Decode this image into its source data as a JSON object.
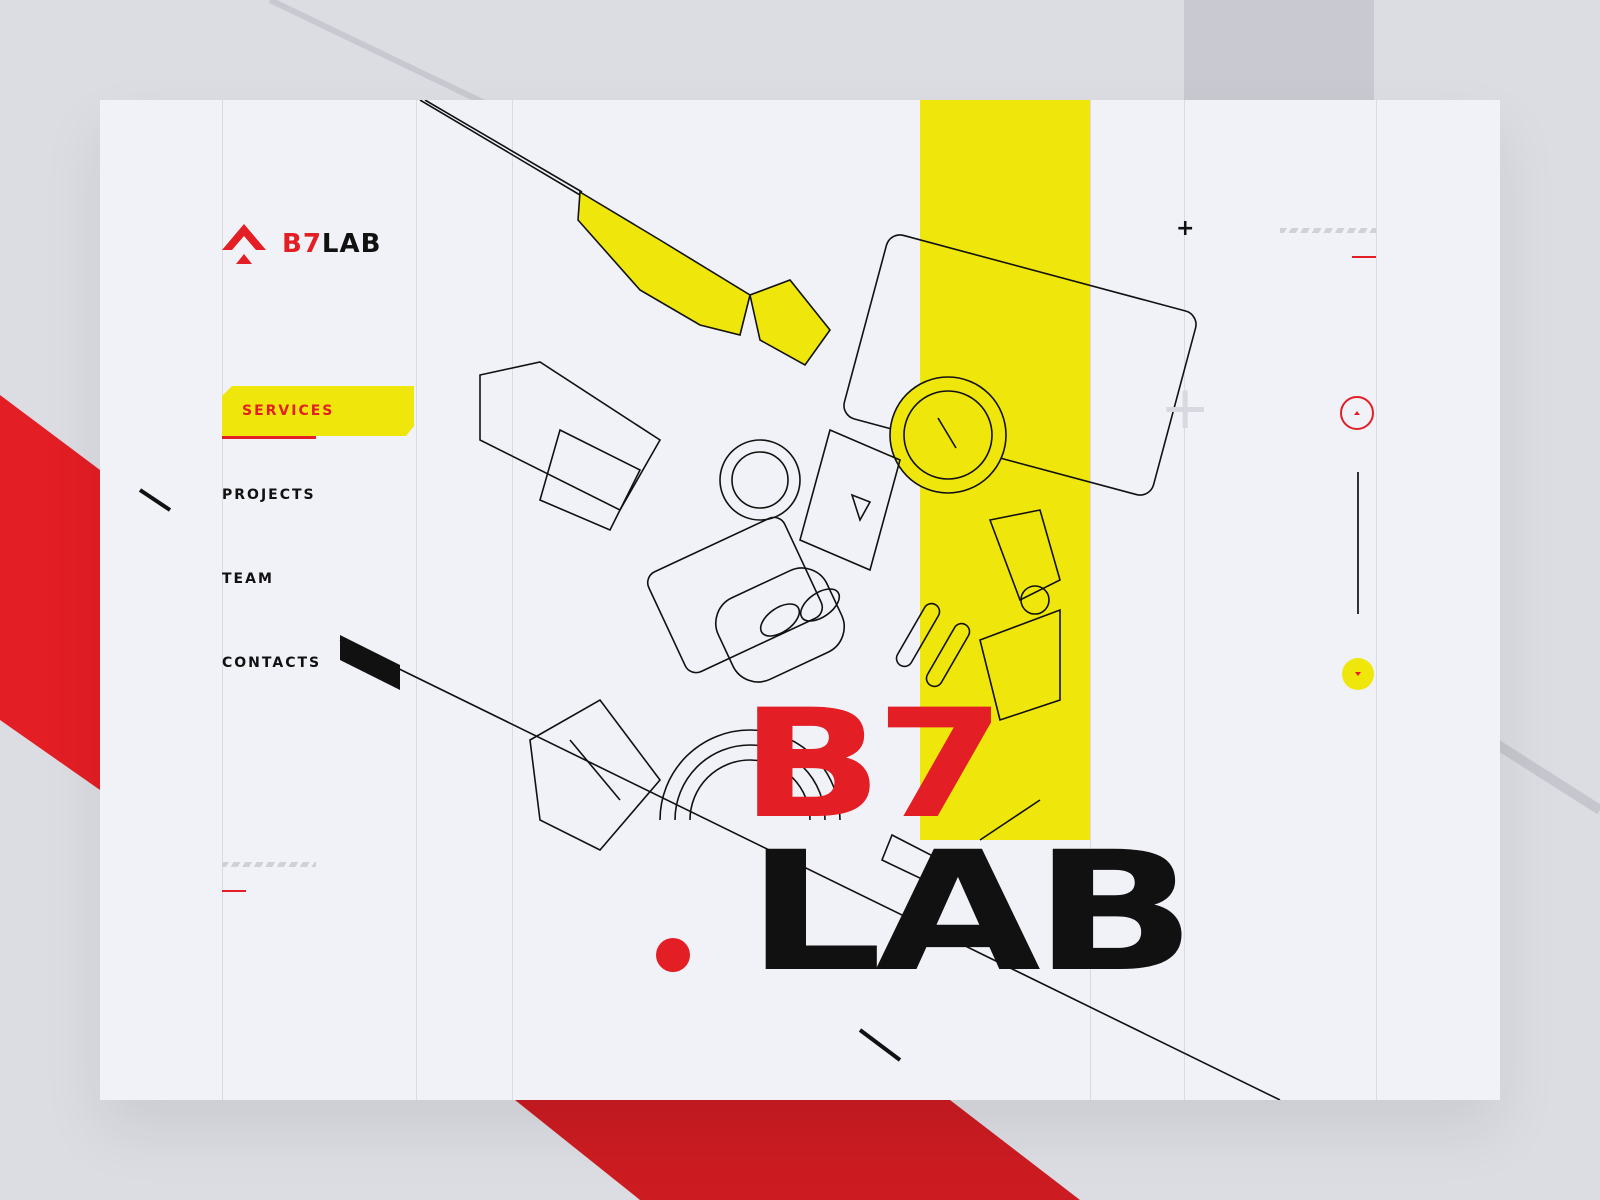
{
  "brand": {
    "logo_text_accent": "B7",
    "logo_text": "LAB"
  },
  "nav": {
    "items": [
      {
        "label": "SERVICES",
        "active": true
      },
      {
        "label": "PROJECTS",
        "active": false
      },
      {
        "label": "TEAM",
        "active": false
      },
      {
        "label": "CONTACTS",
        "active": false
      }
    ]
  },
  "hero": {
    "line1": "B7",
    "line2": "LAB"
  },
  "colors": {
    "accent_red": "#e31e24",
    "accent_yellow": "#efe60b",
    "ink": "#111111",
    "card_bg": "#f1f2f7"
  },
  "icons": {
    "plus_small": "+",
    "plus_large": "+",
    "scroll_up": "chevron-up-icon",
    "scroll_down": "chevron-down-icon"
  }
}
